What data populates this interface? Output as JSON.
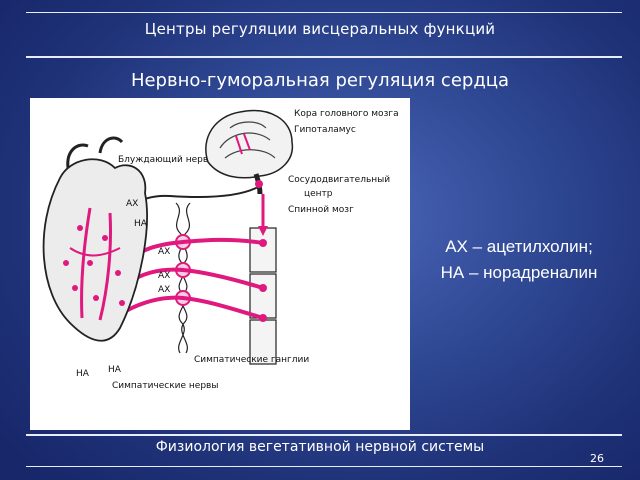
{
  "header": {
    "title": "Центры регуляции висцеральных функций"
  },
  "slide": {
    "title": "Нервно-гуморальная регуляция сердца"
  },
  "figure": {
    "labels": {
      "cortex": "Кора головного мозга",
      "hypothalamus": "Гипоталамус",
      "vasomotor_1": "Сосудодвигательный",
      "vasomotor_2": "центр",
      "spinal_cord": "Спинной мозг",
      "vagus": "Блуждающий нерв",
      "ganglia": "Симпатические ганглии",
      "sym_nerves": "Симпатические нервы",
      "ax_1": "АХ",
      "ha_1": "НА",
      "ax_2": "АХ",
      "ax_3": "АХ",
      "ax_4": "АХ",
      "ha_2": "НА",
      "ha_3": "НА"
    }
  },
  "legend": {
    "line1": "АХ – ацетилхолин;",
    "line2": "НА – норадреналин"
  },
  "footer": {
    "title": "Физиология вегетативной нервной системы"
  },
  "page_number": "26",
  "colors": {
    "accent": "#e0197e",
    "background": "#2e4792"
  }
}
